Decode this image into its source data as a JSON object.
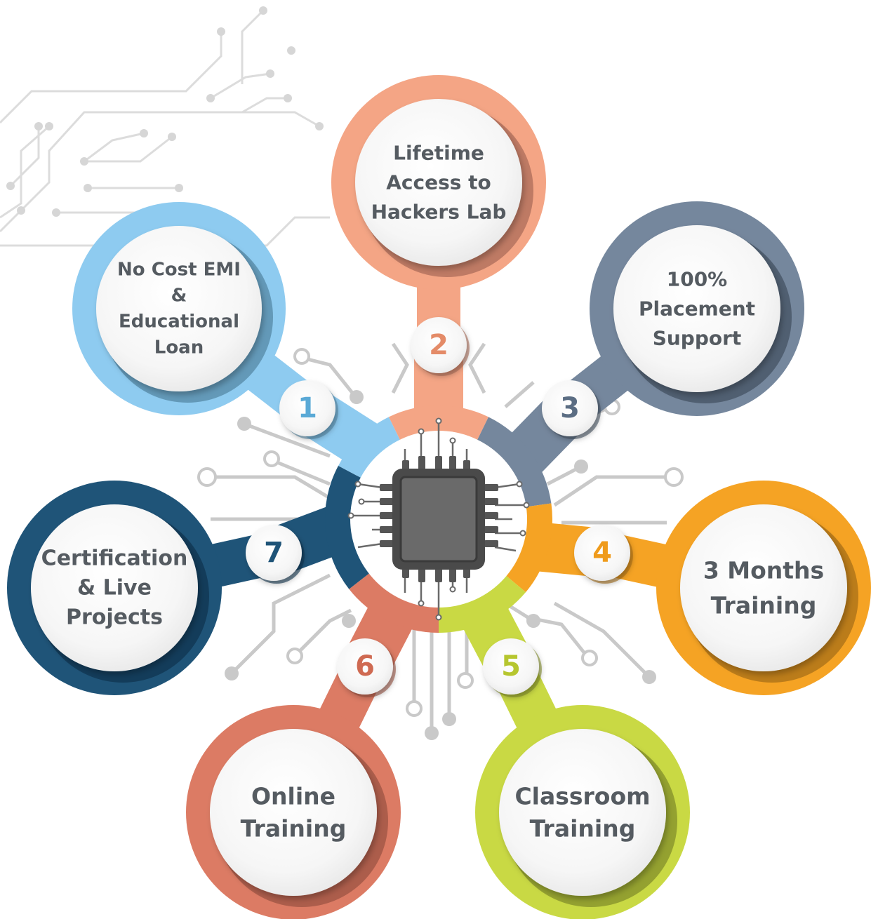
{
  "features": [
    {
      "number": "1",
      "lines": [
        "No Cost EMI",
        "&",
        "Educational",
        "Loan"
      ],
      "color": "#8ecbf0",
      "shade": "#5e93b1",
      "num_color": "#5aa9d6"
    },
    {
      "number": "2",
      "lines": [
        "Lifetime",
        "Access to",
        "Hackers Lab"
      ],
      "color": "#f4a585",
      "shade": "#b87660",
      "num_color": "#e48b68"
    },
    {
      "number": "3",
      "lines": [
        "100%",
        "Placement",
        "Support"
      ],
      "color": "#75879d",
      "shade": "#4c5b6d",
      "num_color": "#5b6d83"
    },
    {
      "number": "4",
      "lines": [
        "3 Months",
        "Training"
      ],
      "color": "#f5a324",
      "shade": "#b5781a",
      "num_color": "#ef9b1c"
    },
    {
      "number": "5",
      "lines": [
        "Classroom",
        "Training"
      ],
      "color": "#c9d944",
      "shade": "#8e9a2f",
      "num_color": "#b6c62f"
    },
    {
      "number": "6",
      "lines": [
        "Online",
        "Training"
      ],
      "color": "#dc7b64",
      "shade": "#a65a48",
      "num_color": "#cf6a52"
    },
    {
      "number": "7",
      "lines": [
        "Certification",
        "& Live",
        "Projects"
      ],
      "color": "#1f5478",
      "shade": "#123a56",
      "num_color": "#1f5478"
    }
  ],
  "icons": {
    "center": "microchip-icon",
    "background": "circuit-traces"
  }
}
